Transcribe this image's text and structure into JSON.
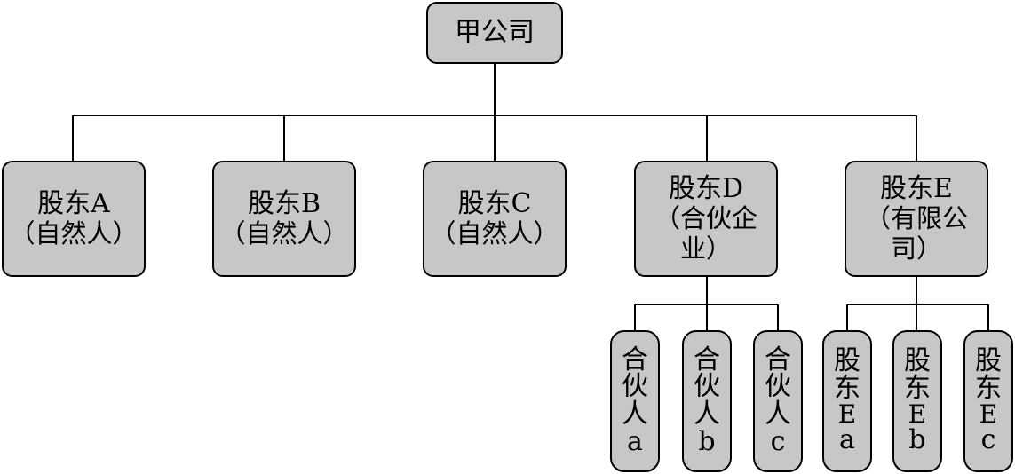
{
  "root": {
    "label": "甲公司"
  },
  "shareholders": [
    {
      "name": "股东A",
      "type": "（自然人）"
    },
    {
      "name": "股东B",
      "type": "（自然人）"
    },
    {
      "name": "股东C",
      "type": "（自然人）"
    },
    {
      "name": "股东D",
      "type": "（合伙企业）"
    },
    {
      "name": "股东E",
      "type": "（有限公司）"
    }
  ],
  "partners": [
    {
      "chars": [
        "合",
        "伙",
        "人",
        "a"
      ]
    },
    {
      "chars": [
        "合",
        "伙",
        "人",
        "b"
      ]
    },
    {
      "chars": [
        "合",
        "伙",
        "人",
        "c"
      ]
    }
  ],
  "e_shareholders": [
    {
      "chars": [
        "股",
        "东",
        "E",
        "a"
      ]
    },
    {
      "chars": [
        "股",
        "东",
        "E",
        "b"
      ]
    },
    {
      "chars": [
        "股",
        "东",
        "E",
        "c"
      ]
    }
  ]
}
